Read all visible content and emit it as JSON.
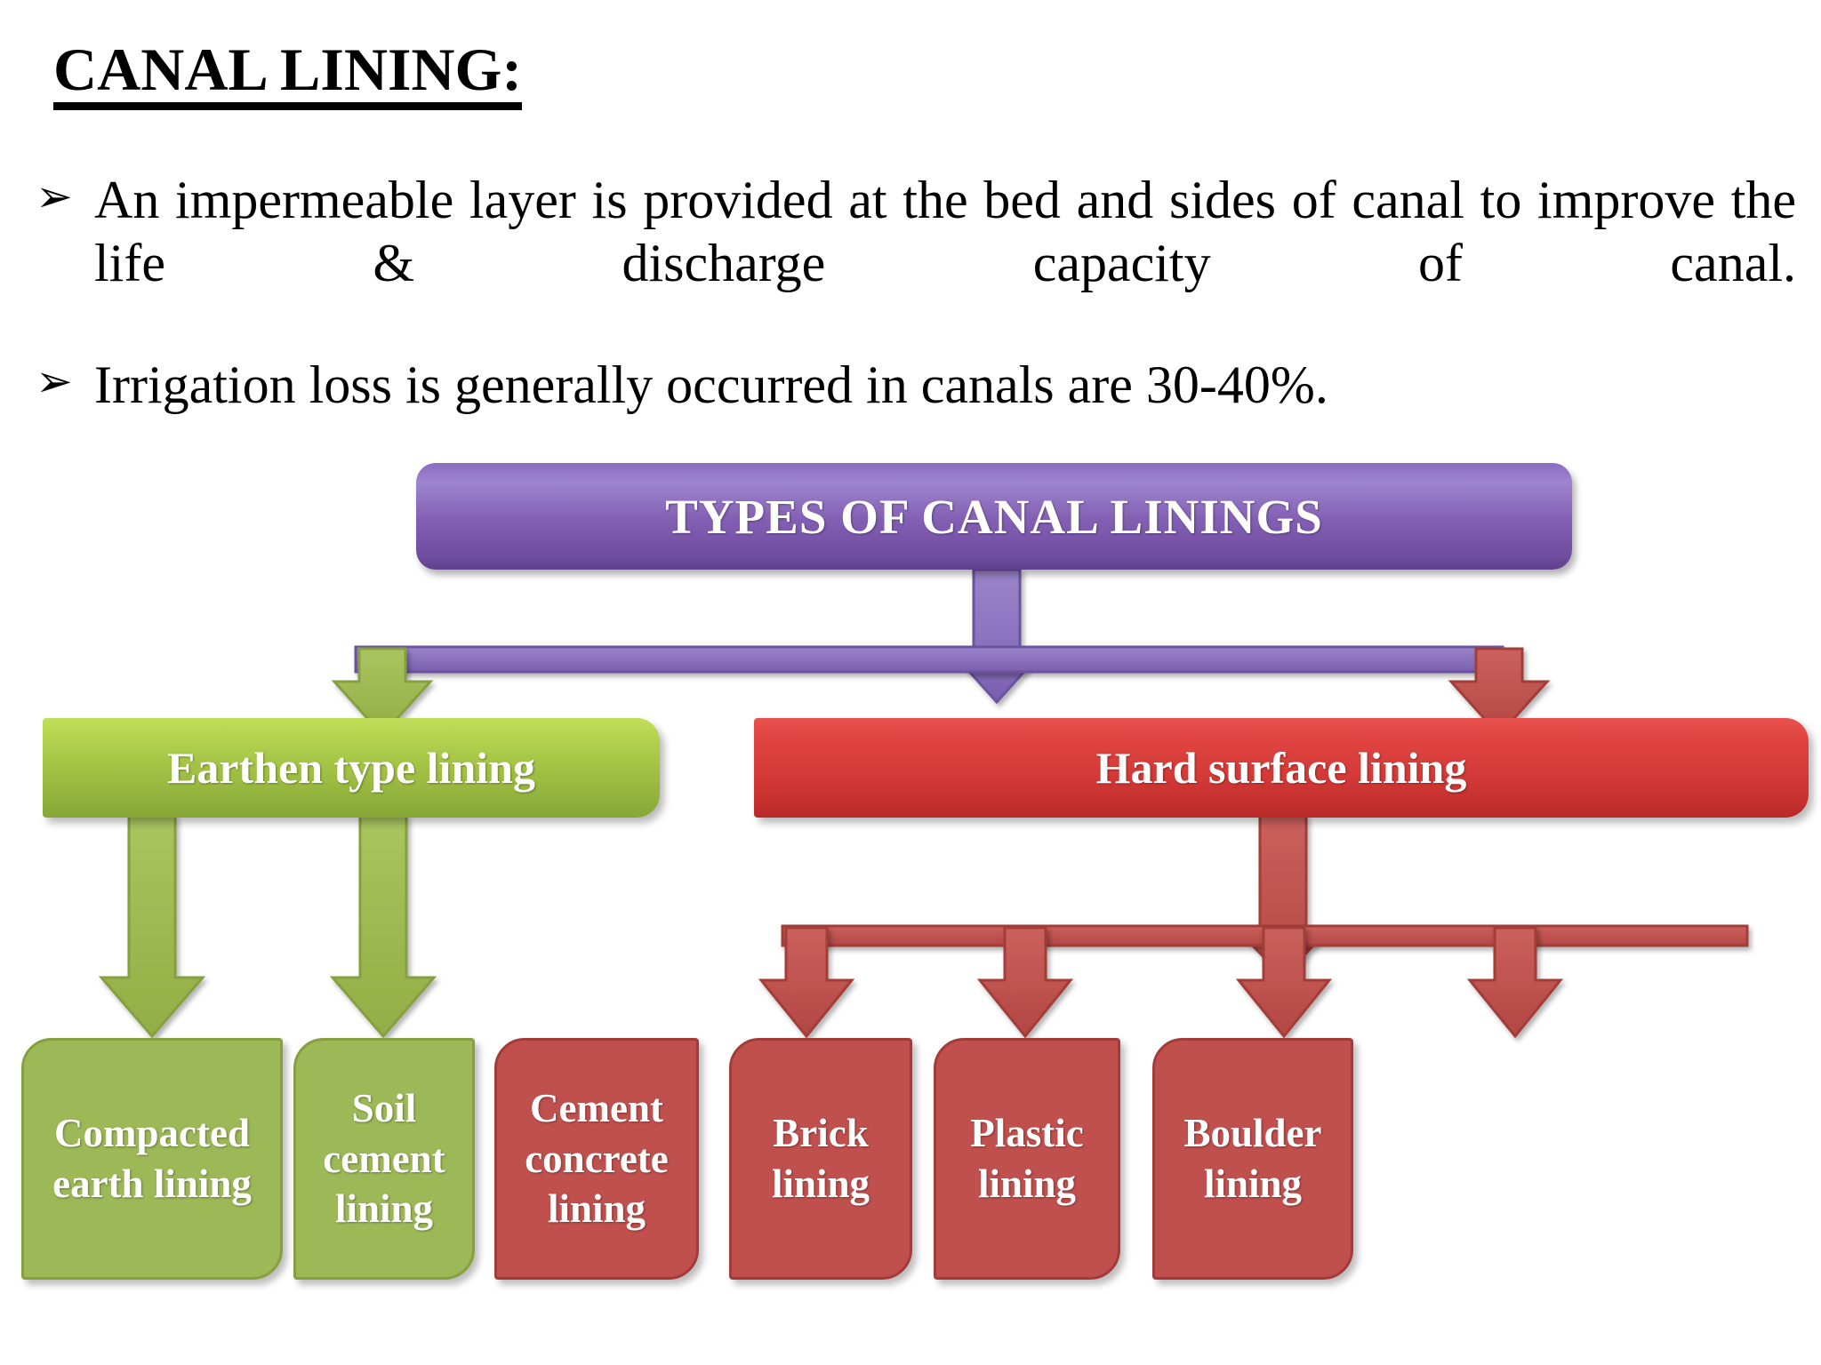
{
  "slide": {
    "title": "CANAL LINING:",
    "bullet_marker": "➢",
    "bullets": [
      "An impermeable layer is provided at the bed and sides of canal to improve the life & discharge capacity of canal.",
      "Irrigation loss is generally occurred in canals are 30-40%."
    ]
  },
  "diagram": {
    "root": {
      "label": "TYPES OF CANAL LININGS",
      "color": "#7B57AE"
    },
    "branches": [
      {
        "label": "Earthen type lining",
        "color": "#9CB857",
        "children": [
          {
            "label": "Compacted earth lining"
          },
          {
            "label": "Soil cement lining"
          }
        ]
      },
      {
        "label": "Hard surface lining",
        "color": "#C0504D",
        "children": [
          {
            "label": "Cement concrete lining"
          },
          {
            "label": "Brick lining"
          },
          {
            "label": "Plastic lining"
          },
          {
            "label": "Boulder lining"
          }
        ]
      }
    ]
  },
  "chart_data": {
    "type": "tree-diagram",
    "title": "TYPES OF CANAL LININGS",
    "root": "TYPES OF CANAL LININGS",
    "nodes": [
      {
        "id": "root",
        "label": "TYPES OF CANAL LININGS",
        "level": 0,
        "parent": null,
        "color": "#7B57AE"
      },
      {
        "id": "earthen",
        "label": "Earthen type lining",
        "level": 1,
        "parent": "root",
        "color": "#9CB857"
      },
      {
        "id": "hard",
        "label": "Hard surface lining",
        "level": 1,
        "parent": "root",
        "color": "#C0504D"
      },
      {
        "id": "compacted",
        "label": "Compacted earth lining",
        "level": 2,
        "parent": "earthen",
        "color": "#9CB857"
      },
      {
        "id": "soilcem",
        "label": "Soil cement lining",
        "level": 2,
        "parent": "earthen",
        "color": "#9CB857"
      },
      {
        "id": "cemconc",
        "label": "Cement concrete lining",
        "level": 2,
        "parent": "hard",
        "color": "#C0504D"
      },
      {
        "id": "brick",
        "label": "Brick lining",
        "level": 2,
        "parent": "hard",
        "color": "#C0504D"
      },
      {
        "id": "plastic",
        "label": "Plastic lining",
        "level": 2,
        "parent": "hard",
        "color": "#C0504D"
      },
      {
        "id": "boulder",
        "label": "Boulder lining",
        "level": 2,
        "parent": "hard",
        "color": "#C0504D"
      }
    ]
  }
}
